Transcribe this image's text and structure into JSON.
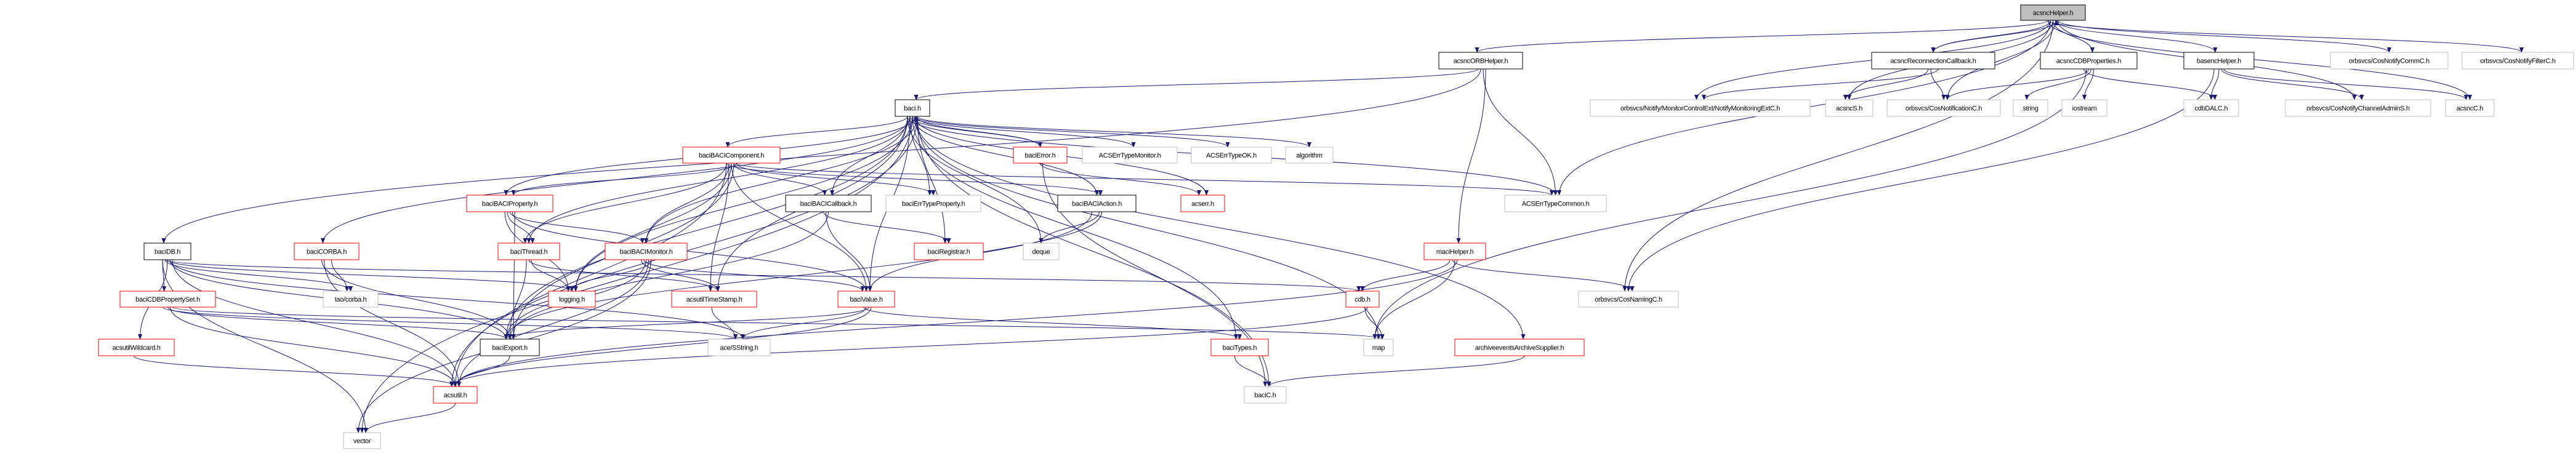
{
  "graph": {
    "colors": {
      "edge": "#191970",
      "root_fill": "#bfbfbf",
      "documented_border": "#000000",
      "truncated_border": "#ff0000",
      "external_border": "#bfbfbf"
    },
    "nodes": [
      {
        "id": "acsncHelper",
        "label": "acsncHelper.h",
        "style": "root"
      },
      {
        "id": "acsncORBHelper",
        "label": "acsncORBHelper.h",
        "style": "documented"
      },
      {
        "id": "acsncReconnectionCallback",
        "label": "acsncReconnectionCallback.h",
        "style": "documented"
      },
      {
        "id": "acsncCDBProperties",
        "label": "acsncCDBProperties.h",
        "style": "documented"
      },
      {
        "id": "basencHelper",
        "label": "basencHelper.h",
        "style": "documented"
      },
      {
        "id": "CosNotifyCommC",
        "label": "orbsvcs/CosNotifyCommC.h",
        "style": "external"
      },
      {
        "id": "CosNotifyFilterC",
        "label": "orbsvcs/CosNotifyFilterC.h",
        "style": "external"
      },
      {
        "id": "NotifyMonitoringExtC",
        "label": "orbsvcs/Notify/MonitorControlExt/NotifyMonitoringExtC.h",
        "style": "external"
      },
      {
        "id": "acsncS",
        "label": "acsncS.h",
        "style": "external"
      },
      {
        "id": "CosNotificationC",
        "label": "orbsvcs/CosNotificationC.h",
        "style": "external"
      },
      {
        "id": "string",
        "label": "string",
        "style": "external"
      },
      {
        "id": "iostream",
        "label": "iostream",
        "style": "external"
      },
      {
        "id": "cdbDALC",
        "label": "cdbDALC.h",
        "style": "external"
      },
      {
        "id": "CosNotifyChannelAdminS",
        "label": "orbsvcs/CosNotifyChannelAdminS.h",
        "style": "external"
      },
      {
        "id": "acsncC",
        "label": "acsncC.h",
        "style": "external"
      },
      {
        "id": "baci",
        "label": "baci.h",
        "style": "documented"
      },
      {
        "id": "baciBACIComponent",
        "label": "baciBACIComponent.h",
        "style": "truncated"
      },
      {
        "id": "baciError",
        "label": "baciError.h",
        "style": "truncated"
      },
      {
        "id": "ACSErrTypeMonitor",
        "label": "ACSErrTypeMonitor.h",
        "style": "external"
      },
      {
        "id": "ACSErrTypeOK",
        "label": "ACSErrTypeOK.h",
        "style": "external"
      },
      {
        "id": "algorithm",
        "label": "algorithm",
        "style": "external"
      },
      {
        "id": "baciBACIProperty",
        "label": "baciBACIProperty.h",
        "style": "truncated"
      },
      {
        "id": "baciBACICallback",
        "label": "baciBACICallback.h",
        "style": "documented"
      },
      {
        "id": "baciErrTypeProperty",
        "label": "baciErrTypeProperty.h",
        "style": "external"
      },
      {
        "id": "baciBACIAction",
        "label": "baciBACIAction.h",
        "style": "documented"
      },
      {
        "id": "acserr",
        "label": "acserr.h",
        "style": "truncated"
      },
      {
        "id": "ACSErrTypeCommon",
        "label": "ACSErrTypeCommon.h",
        "style": "external"
      },
      {
        "id": "baciDB",
        "label": "baciDB.h",
        "style": "documented"
      },
      {
        "id": "baciCORBA",
        "label": "baciCORBA.h",
        "style": "truncated"
      },
      {
        "id": "baciThread",
        "label": "baciThread.h",
        "style": "truncated"
      },
      {
        "id": "baciBACIMonitor",
        "label": "baciBACIMonitor.h",
        "style": "truncated"
      },
      {
        "id": "baciRegistrar",
        "label": "baciRegistrar.h",
        "style": "truncated"
      },
      {
        "id": "deque",
        "label": "deque",
        "style": "external"
      },
      {
        "id": "maciHelper",
        "label": "maciHelper.h",
        "style": "truncated"
      },
      {
        "id": "baciCDBPropertySet",
        "label": "baciCDBPropertySet.h",
        "style": "truncated"
      },
      {
        "id": "taocorba",
        "label": "tao/corba.h",
        "style": "external"
      },
      {
        "id": "logging",
        "label": "logging.h",
        "style": "truncated"
      },
      {
        "id": "acsutilTimeStamp",
        "label": "acsutilTimeStamp.h",
        "style": "truncated"
      },
      {
        "id": "baciValue",
        "label": "baciValue.h",
        "style": "truncated"
      },
      {
        "id": "cdb",
        "label": "cdb.h",
        "style": "truncated"
      },
      {
        "id": "CosNamingC",
        "label": "orbsvcs/CosNamingC.h",
        "style": "external"
      },
      {
        "id": "acsutilWildcard",
        "label": "acsutilWildcard.h",
        "style": "truncated"
      },
      {
        "id": "baciExport",
        "label": "baciExport.h",
        "style": "documented"
      },
      {
        "id": "aceSString",
        "label": "ace/SString.h",
        "style": "external"
      },
      {
        "id": "baciTypes",
        "label": "baciTypes.h",
        "style": "truncated"
      },
      {
        "id": "map",
        "label": "map",
        "style": "external"
      },
      {
        "id": "archiveSupplier",
        "label": "archiveeventsArchiveSupplier.h",
        "style": "truncated"
      },
      {
        "id": "acsutil",
        "label": "acsutil.h",
        "style": "truncated"
      },
      {
        "id": "baciC",
        "label": "baciC.h",
        "style": "external"
      },
      {
        "id": "vector",
        "label": "vector",
        "style": "external"
      }
    ],
    "edges": [
      [
        "acsncHelper",
        "acsncORBHelper"
      ],
      [
        "acsncHelper",
        "acsncReconnectionCallback"
      ],
      [
        "acsncHelper",
        "acsncCDBProperties"
      ],
      [
        "acsncHelper",
        "basencHelper"
      ],
      [
        "acsncHelper",
        "CosNotifyCommC"
      ],
      [
        "acsncHelper",
        "CosNotifyFilterC"
      ],
      [
        "acsncHelper",
        "NotifyMonitoringExtC"
      ],
      [
        "acsncHelper",
        "acsncS"
      ],
      [
        "acsncHelper",
        "CosNotificationC"
      ],
      [
        "acsncHelper",
        "CosNotifyChannelAdminS"
      ],
      [
        "acsncHelper",
        "acsncC"
      ],
      [
        "acsncHelper",
        "ACSErrTypeCommon"
      ],
      [
        "acsncHelper",
        "CosNamingC"
      ],
      [
        "acsncReconnectionCallback",
        "acsncHelper"
      ],
      [
        "acsncReconnectionCallback",
        "NotifyMonitoringExtC"
      ],
      [
        "acsncReconnectionCallback",
        "acsncS"
      ],
      [
        "acsncReconnectionCallback",
        "CosNotificationC"
      ],
      [
        "acsncCDBProperties",
        "CosNotificationC"
      ],
      [
        "acsncCDBProperties",
        "string"
      ],
      [
        "acsncCDBProperties",
        "iostream"
      ],
      [
        "acsncCDBProperties",
        "cdbDALC"
      ],
      [
        "acsncCDBProperties",
        "map"
      ],
      [
        "basencHelper",
        "cdbDALC"
      ],
      [
        "basencHelper",
        "CosNotifyChannelAdminS"
      ],
      [
        "basencHelper",
        "acsncC"
      ],
      [
        "basencHelper",
        "CosNamingC"
      ],
      [
        "acsncORBHelper",
        "baci"
      ],
      [
        "acsncORBHelper",
        "baciDB"
      ],
      [
        "acsncORBHelper",
        "ACSErrTypeCommon"
      ],
      [
        "acsncORBHelper",
        "maciHelper"
      ],
      [
        "baci",
        "baciBACIComponent"
      ],
      [
        "baci",
        "baciError"
      ],
      [
        "baci",
        "ACSErrTypeMonitor"
      ],
      [
        "baci",
        "ACSErrTypeOK"
      ],
      [
        "baci",
        "algorithm"
      ],
      [
        "baci",
        "baciBACICallback"
      ],
      [
        "baci",
        "baciErrTypeProperty"
      ],
      [
        "baci",
        "baciBACIAction"
      ],
      [
        "baci",
        "acserr"
      ],
      [
        "baci",
        "baciRegistrar"
      ],
      [
        "baci",
        "deque"
      ],
      [
        "baci",
        "baciValue"
      ],
      [
        "baci",
        "baciTypes"
      ],
      [
        "baci",
        "map"
      ],
      [
        "baci",
        "baciC"
      ],
      [
        "baci",
        "baciExport"
      ],
      [
        "baci",
        "baciThread"
      ],
      [
        "baci",
        "logging"
      ],
      [
        "baci",
        "baciBACIProperty"
      ],
      [
        "baci",
        "baciBACIMonitor"
      ],
      [
        "baci",
        "acsutilTimeStamp"
      ],
      [
        "baci",
        "baciCORBA"
      ],
      [
        "baci",
        "vector"
      ],
      [
        "baci",
        "archiveSupplier"
      ],
      [
        "baci",
        "acsutil"
      ],
      [
        "baci",
        "ACSErrTypeCommon"
      ],
      [
        "baciError",
        "baci"
      ],
      [
        "baciError",
        "acserr"
      ],
      [
        "baciError",
        "baciC"
      ],
      [
        "baciBACIComponent",
        "baciBACIProperty"
      ],
      [
        "baciBACIComponent",
        "baciThread"
      ],
      [
        "baciBACIComponent",
        "baciBACIMonitor"
      ],
      [
        "baciBACIComponent",
        "logging"
      ],
      [
        "baciBACIComponent",
        "baciBACICallback"
      ],
      [
        "baciBACIComponent",
        "baciErrTypeProperty"
      ],
      [
        "baciBACIComponent",
        "baciBACIAction"
      ],
      [
        "baciBACIComponent",
        "acsutilTimeStamp"
      ],
      [
        "baciBACIComponent",
        "baciValue"
      ],
      [
        "baciBACIComponent",
        "baciExport"
      ],
      [
        "baciBACIComponent",
        "ACSErrTypeCommon"
      ],
      [
        "baciBACIComponent",
        "acsutil"
      ],
      [
        "baciBACIProperty",
        "baciThread"
      ],
      [
        "baciBACIProperty",
        "baciBACIMonitor"
      ],
      [
        "baciBACIProperty",
        "baciValue"
      ],
      [
        "baciBACIProperty",
        "baciExport"
      ],
      [
        "baciBACIProperty",
        "logging"
      ],
      [
        "baciThread",
        "baciExport"
      ],
      [
        "baciThread",
        "acsutilTimeStamp"
      ],
      [
        "baciThread",
        "logging"
      ],
      [
        "baciBACIMonitor",
        "logging"
      ],
      [
        "baciBACIMonitor",
        "acsutilTimeStamp"
      ],
      [
        "baciBACIMonitor",
        "baciValue"
      ],
      [
        "baciBACIMonitor",
        "baciExport"
      ],
      [
        "baciBACIMonitor",
        "acsutil"
      ],
      [
        "baciBACIMonitor",
        "vector"
      ],
      [
        "baciBACICallback",
        "baciRegistrar"
      ],
      [
        "baciBACICallback",
        "baciValue"
      ],
      [
        "baciBACICallback",
        "baciExport"
      ],
      [
        "baciBACIAction",
        "deque"
      ],
      [
        "baciBACIAction",
        "baciValue"
      ],
      [
        "baciBACIAction",
        "baciExport"
      ],
      [
        "baciValue",
        "baciTypes"
      ],
      [
        "baciValue",
        "aceSString"
      ],
      [
        "baciValue",
        "baciExport"
      ],
      [
        "baciValue",
        "acsutil"
      ],
      [
        "baciTypes",
        "baciC"
      ],
      [
        "acsutilTimeStamp",
        "aceSString"
      ],
      [
        "baciExport",
        "acsutil"
      ],
      [
        "cdb",
        "map"
      ],
      [
        "cdb",
        "acsutil"
      ],
      [
        "maciHelper",
        "cdb"
      ],
      [
        "maciHelper",
        "CosNamingC"
      ],
      [
        "maciHelper",
        "map"
      ],
      [
        "maciHelper",
        "acsutil"
      ],
      [
        "archiveSupplier",
        "baciC"
      ],
      [
        "baciDB",
        "baciCDBPropertySet"
      ],
      [
        "baciDB",
        "taocorba"
      ],
      [
        "baciDB",
        "acsutilWildcard"
      ],
      [
        "baciDB",
        "baciExport"
      ],
      [
        "baciDB",
        "acsutil"
      ],
      [
        "baciDB",
        "vector"
      ],
      [
        "baciDB",
        "cdb"
      ],
      [
        "baciDB",
        "logging"
      ],
      [
        "baciDB",
        "aceSString"
      ],
      [
        "baciCORBA",
        "taocorba"
      ],
      [
        "baciCORBA",
        "baciExport"
      ],
      [
        "baciCORBA",
        "acsutil"
      ],
      [
        "baciCDBPropertySet",
        "baciExport"
      ],
      [
        "baciCDBPropertySet",
        "acsutil"
      ],
      [
        "baciCDBPropertySet",
        "map"
      ],
      [
        "baciCDBPropertySet",
        "aceSString"
      ],
      [
        "acsutilWildcard",
        "acsutil"
      ],
      [
        "acsutil",
        "vector"
      ]
    ]
  }
}
